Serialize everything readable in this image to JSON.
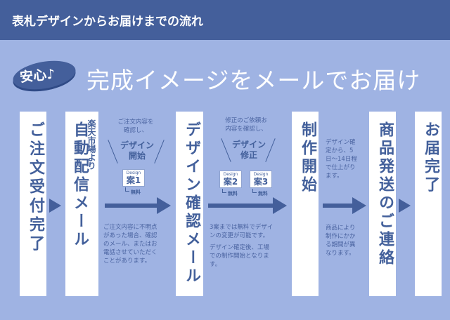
{
  "header": {
    "title": "表札デザインからお届けまでの流れ"
  },
  "banner": {
    "badge": "安心♪",
    "title": "完成イメージをメールでお届け"
  },
  "colors": {
    "header_bg": "#445f9b",
    "page_bg": "#9fb3e3",
    "accent": "#43609b",
    "box_bg": "#ffffff"
  },
  "steps": [
    {
      "label": "ご注文受付完了"
    },
    {
      "label": "自動配信メール",
      "sub": "楽天市場より"
    },
    {
      "label": "デザイン確認メール"
    },
    {
      "label": "制作開始"
    },
    {
      "label": "商品発送のご連絡"
    },
    {
      "label": "お届完了"
    }
  ],
  "stage1": {
    "intro": [
      "ご注文内容を",
      "確認し、"
    ],
    "action": [
      "デザイン",
      "開始"
    ],
    "cards": [
      {
        "top": "Design",
        "main": "案1",
        "free": "無料"
      }
    ],
    "note": [
      "ご注文内容に不明点",
      "があった場合、確認",
      "のメール、またはお",
      "電話させていただく",
      "ことがあります。"
    ]
  },
  "stage2": {
    "intro": [
      "修正のご依頼お",
      "内容を確認し、"
    ],
    "action": [
      "デザイン",
      "修正"
    ],
    "cards": [
      {
        "top": "Design",
        "main": "案2",
        "free": "無料"
      },
      {
        "top": "Design",
        "main": "案3",
        "free": "無料"
      }
    ],
    "note1": [
      "3案までは無料でデザイ",
      "ンの変更が可能です。"
    ],
    "note2": [
      "デザイン確定後、工場",
      "での制作開始となりま",
      "す。"
    ]
  },
  "stage3": {
    "note1": [
      "デザイン確",
      "定から、5",
      "日〜14日程",
      "で仕上がり",
      "ます。"
    ],
    "note2": [
      "商品により",
      "制作にかか",
      "る期間が異",
      "なります。"
    ]
  }
}
